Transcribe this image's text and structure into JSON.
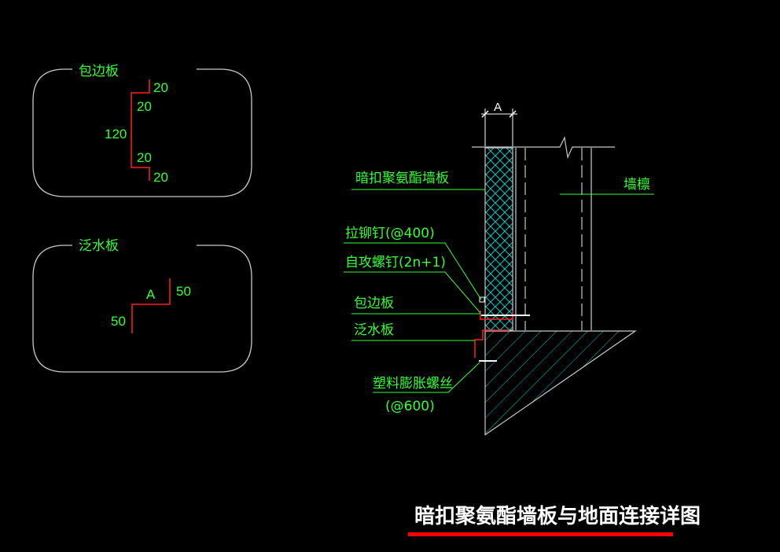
{
  "title": "暗扣聚氨酯墙板与地面连接详图",
  "colors": {
    "background": "#000000",
    "label_green": "#33ff33",
    "profile_red": "#ff2020",
    "outline_grey": "#c8c8c8",
    "hatch_cyan": "#00e0e0",
    "title_underline": "#ff0000"
  },
  "detail_boxes": [
    {
      "title": "包边板",
      "dimensions": [
        "20",
        "20",
        "120",
        "20",
        "20"
      ]
    },
    {
      "title": "泛水板",
      "dimensions": [
        "A",
        "50",
        "50"
      ]
    }
  ],
  "section": {
    "width_label": "A",
    "labels": {
      "wall_panel": "暗扣聚氨酯墙板",
      "purlin": "墙檩",
      "rivet": "拉铆钉(@400)",
      "screw": "自攻螺钉(2n+1)",
      "trim": "包边板",
      "flashing": "泛水板",
      "anchor": "塑料膨胀螺丝",
      "anchor_spacing": "(@600)"
    }
  }
}
